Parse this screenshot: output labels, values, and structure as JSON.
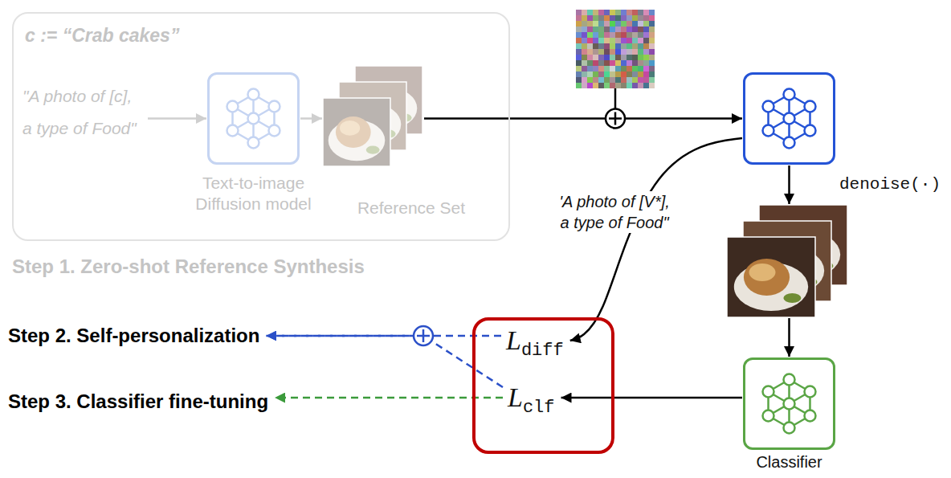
{
  "diagram": {
    "nodes": [
      {
        "text": [
          "c := “Crab cakes”",
          "Step 1. Zero-shot Reference Synthesis"
        ]
      },
      {
        "text": [
          "\"A photo of [c], a type of Food\""
        ],
        "in": 0
      },
      {
        "text": [
          "Text-to-image Diffusion model"
        ],
        "in": 0
      },
      {
        "text": [
          "Reference Set"
        ],
        "in": 0
      },
      {
        "text": []
      },
      {
        "text": []
      },
      {
        "text": [
          "Classifier"
        ]
      },
      {
        "text": []
      },
      {
        "text": [
          "Ldiff"
        ],
        "in": 7
      },
      {
        "text": [
          "Lclf"
        ],
        "in": 7
      },
      {
        "text": [
          "Step 2. Self-personalization"
        ]
      },
      {
        "text": [
          "Step 3. Classifier fine-tuning"
        ]
      }
    ],
    "edges": [
      {
        "from": 1,
        "to": 2,
        "arrow": "to"
      },
      {
        "from": 2,
        "to": 3,
        "arrow": "to"
      },
      {
        "from": 3,
        "to": 4,
        "arrow": "to"
      },
      {
        "from": 4,
        "to": 5,
        "label": "denoise(·)",
        "arrow": "to"
      },
      {
        "from": 5,
        "to": 6,
        "arrow": "to"
      },
      {
        "from": 4,
        "to": 8,
        "label": "'A photo of [V*], a type of Food\"",
        "arrow": "to"
      },
      {
        "from": 6,
        "to": 9,
        "arrow": "to"
      },
      {
        "from": 8,
        "to": 10,
        "arrow": "to"
      },
      {
        "from": 9,
        "to": 10,
        "arrow": "to"
      },
      {
        "from": 9,
        "to": 11,
        "arrow": "to"
      }
    ]
  }
}
